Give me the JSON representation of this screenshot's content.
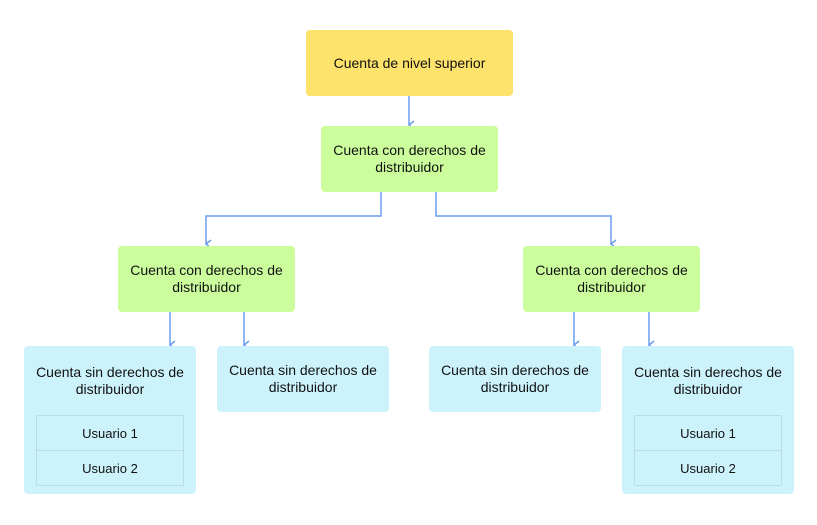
{
  "colors": {
    "top": "#fde26b",
    "distributor": "#ccfd9d",
    "non_distributor": "#ccf3fc",
    "connector": "#6b9cf0"
  },
  "top_account": {
    "label": "Cuenta de nivel superior"
  },
  "level1": {
    "label": "Cuenta con derechos de distribuidor"
  },
  "level2_left": {
    "label": "Cuenta con derechos de distribuidor"
  },
  "level2_right": {
    "label": "Cuenta con derechos de distribuidor"
  },
  "leaf1": {
    "label": "Cuenta sin derechos de distribuidor",
    "users": [
      "Usuario 1",
      "Usuario 2"
    ]
  },
  "leaf2": {
    "label": "Cuenta sin derechos de distribuidor"
  },
  "leaf3": {
    "label": "Cuenta sin derechos de distribuidor"
  },
  "leaf4": {
    "label": "Cuenta sin derechos de distribuidor",
    "users": [
      "Usuario 1",
      "Usuario 2"
    ]
  }
}
